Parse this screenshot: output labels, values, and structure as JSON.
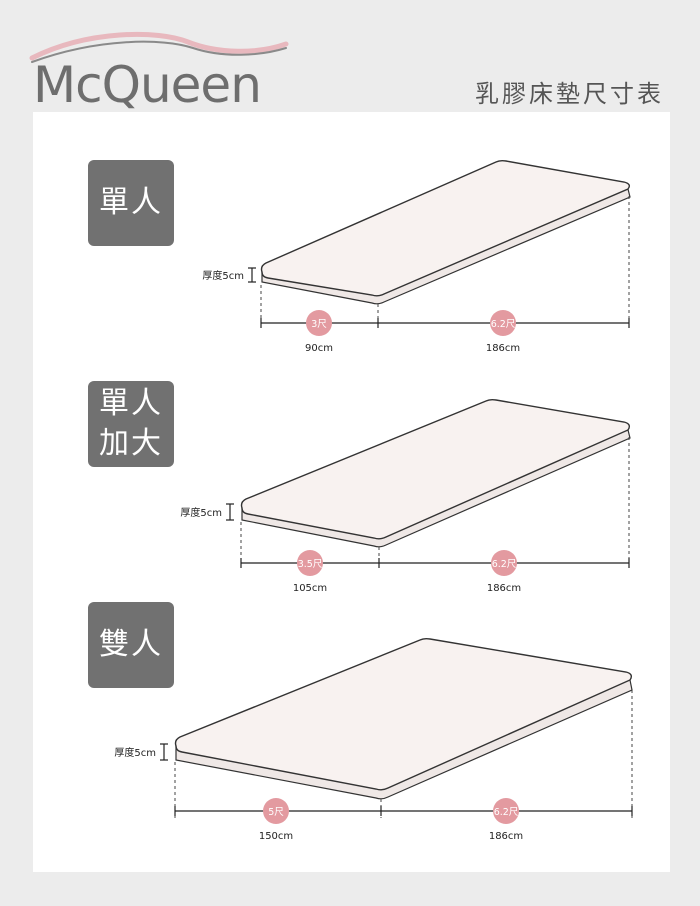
{
  "brand": {
    "name": "McQueen",
    "color_text": "#6e6e6e",
    "color_swoosh": "#e8b8be"
  },
  "title": "乳膠床墊尺寸表",
  "colors": {
    "label_box": "#717171",
    "mattress_fill": "#f8f2f0",
    "badge": "#e39aa0",
    "line": "#222222"
  },
  "mattresses": [
    {
      "label": "單人",
      "thickness": "厚度5cm",
      "width_badge": "3尺",
      "width_cm": "90cm",
      "length_badge": "6.2尺",
      "length_cm": "186cm"
    },
    {
      "label": "單人\n加大",
      "thickness": "厚度5cm",
      "width_badge": "3.5尺",
      "width_cm": "105cm",
      "length_badge": "6.2尺",
      "length_cm": "186cm"
    },
    {
      "label": "雙人",
      "thickness": "厚度5cm",
      "width_badge": "5尺",
      "width_cm": "150cm",
      "length_badge": "6.2尺",
      "length_cm": "186cm"
    }
  ]
}
